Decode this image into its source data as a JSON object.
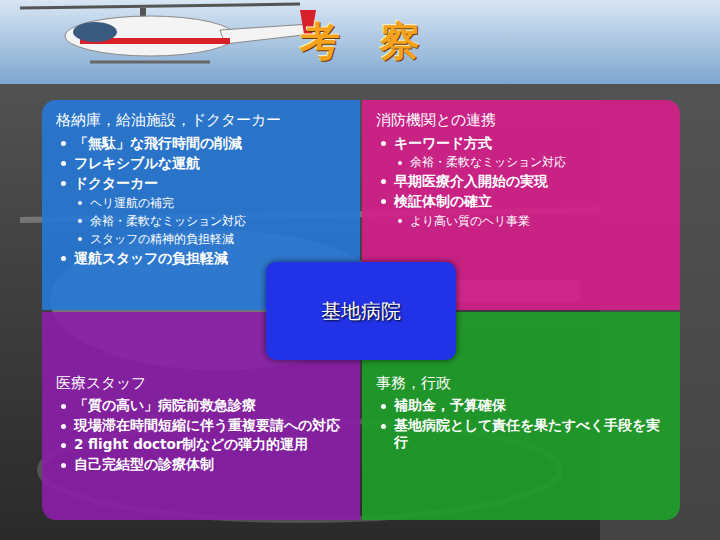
{
  "diagram": {
    "title": "考　察",
    "nodes": [
      {
        "text": [
          "格納庫，給油施設，ドクターカー",
          "「無駄」な飛行時間の削減",
          "フレキシブルな運航",
          "ドクターカー",
          "ヘリ運航の補完",
          "余裕・柔軟なミッション対応",
          "スタッフの精神的負担軽減",
          "運航スタッフの負担軽減"
        ]
      },
      {
        "text": [
          "消防機関との連携",
          "キーワード方式",
          "余裕・柔軟なミッション対応",
          "早期医療介入開始の実現",
          "検証体制の確立",
          "より高い質のヘリ事業"
        ]
      },
      {
        "text": [
          "医療スタッフ",
          "「質の高い」病院前救急診療",
          "現場滞在時間短縮に伴う重複要請への対応",
          "2 flight doctor制などの弾力的運用",
          "自己完結型の診療体制"
        ]
      },
      {
        "text": [
          "事務，行政",
          "補助金，予算確保",
          "基地病院として責任を果たすべく手段を実行"
        ]
      },
      {
        "text": [
          "基地病院"
        ]
      }
    ]
  }
}
